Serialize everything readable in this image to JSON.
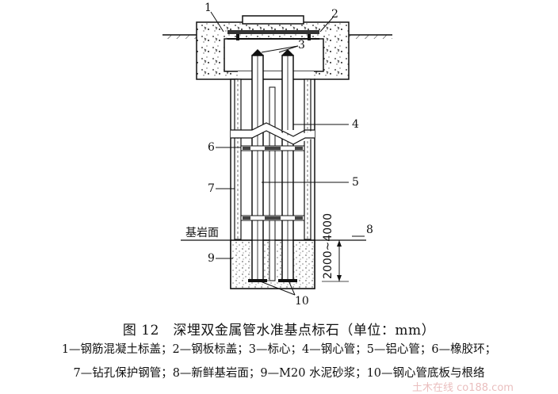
{
  "labels": {
    "n1": "1",
    "n2": "2",
    "n3": "3",
    "n4": "4",
    "n5": "5",
    "n6": "6",
    "n7": "7",
    "n8": "8",
    "n9": "9",
    "n10": "10",
    "bedrock": "基岩面",
    "depth": "2000~4000"
  },
  "caption": {
    "title": "图 12　深埋双金属管水准基点标石（单位：mm）",
    "legend_line1": "1—钢筋混凝土标盖；2—钢板标盖；3—标心；4—钢心管；5—铝心管；6—橡胶环；",
    "legend_line2": "7—钻孔保护钢管；8—新鲜基岩面；9—M20 水泥砂浆；10—钢心管底板与根络"
  },
  "watermark": {
    "text": "土木在线 co188.com",
    "color": "#d98a8a"
  }
}
